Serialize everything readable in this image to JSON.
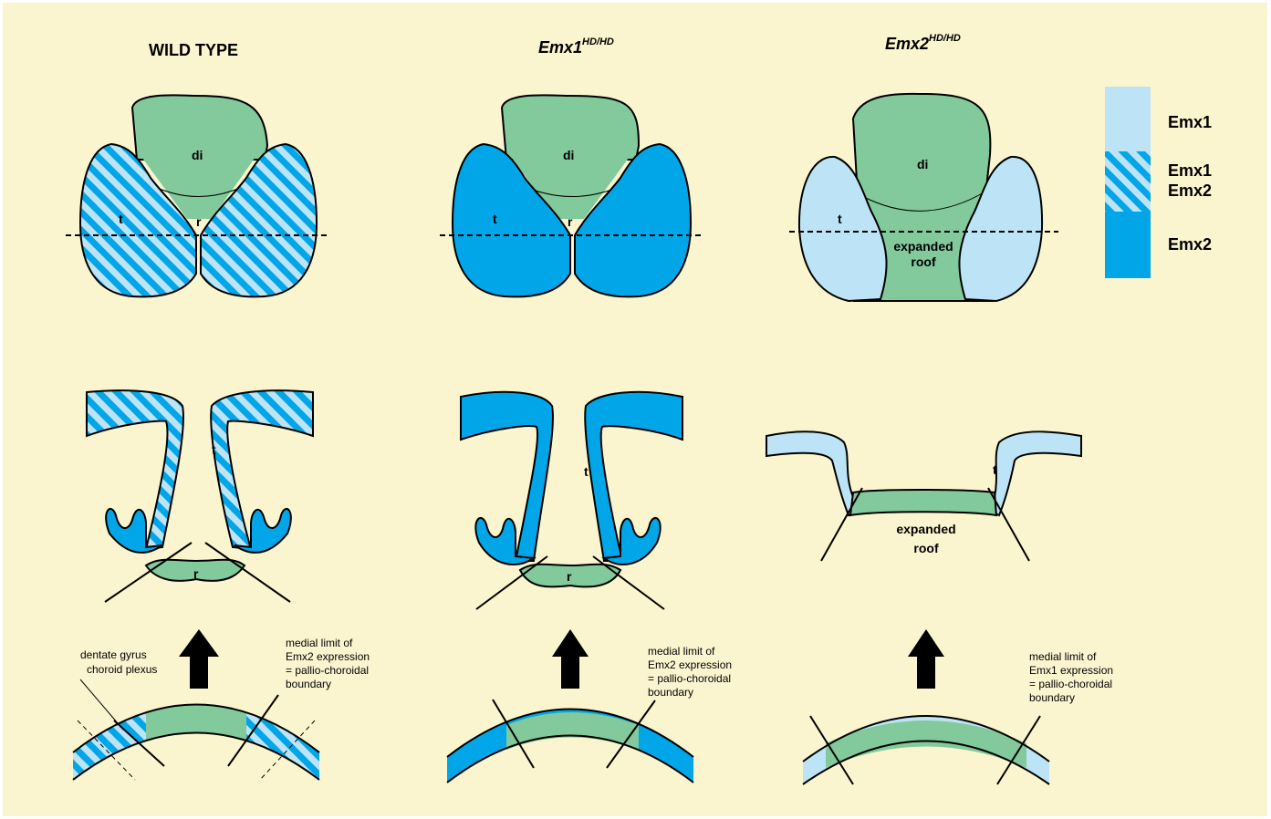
{
  "titles": {
    "wild_type": "WILD TYPE",
    "emx1": {
      "gene": "Emx1",
      "sup": "HD/HD"
    },
    "emx2": {
      "gene": "Emx2",
      "sup": "HD/HD"
    }
  },
  "labels": {
    "di": "di",
    "t": "t",
    "r": "r",
    "expanded_roof_1": "expanded",
    "expanded_roof_2": "roof"
  },
  "annotations": {
    "dentate_gyrus": "dentate gyrus",
    "choroid_plexus": "choroid plexus",
    "emx2_limit": [
      "medial limit of",
      "Emx2 expression",
      "= pallio-choroidal",
      "boundary"
    ],
    "emx1_limit": [
      "medial limit of",
      "Emx1 expression",
      "= pallio-choroidal",
      "boundary"
    ]
  },
  "legend": {
    "emx1": "Emx1",
    "both_1": "Emx1",
    "both_2": "Emx2",
    "emx2": "Emx2"
  },
  "colors": {
    "background": "#fbf5cf",
    "emx1": "#bde3f6",
    "emx2": "#00a6e8",
    "roof": "#82c99b"
  }
}
